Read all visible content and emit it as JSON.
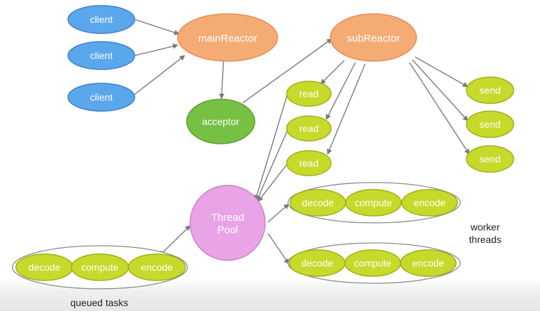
{
  "colors": {
    "client_fill": "#5aa7ec",
    "client_stroke": "#3f82c9",
    "reactor_fill": "#f5ab74",
    "reactor_stroke": "#e48e55",
    "acceptor_fill": "#76c043",
    "acceptor_stroke": "#5b9e2f",
    "task_fill": "#c7d92b",
    "task_stroke": "#9fb01a",
    "pool_fill": "#e8a4e6",
    "pool_stroke": "#c982c6",
    "arrow": "#7a7a7a",
    "group_stroke": "#8a8a8a",
    "node_text": "#ffffff",
    "caption_text": "#222222"
  },
  "nodes": {
    "client_1": "client",
    "client_2": "client",
    "client_3": "client",
    "main_reactor": "mainReactor",
    "sub_reactor": "subReactor",
    "acceptor": "acceptor",
    "read_1": "read",
    "read_2": "read",
    "read_3": "read",
    "send_1": "send",
    "send_2": "send",
    "send_3": "send",
    "thread_pool_line1": "Thread",
    "thread_pool_line2": "Pool",
    "worker_1": {
      "decode": "decode",
      "compute": "compute",
      "encode": "encode"
    },
    "worker_2": {
      "decode": "decode",
      "compute": "compute",
      "encode": "encode"
    },
    "queue": {
      "decode": "decode",
      "compute": "compute",
      "encode": "encode"
    }
  },
  "labels": {
    "worker_threads_line1": "worker",
    "worker_threads_line2": "threads",
    "queued_tasks": "queued tasks"
  }
}
